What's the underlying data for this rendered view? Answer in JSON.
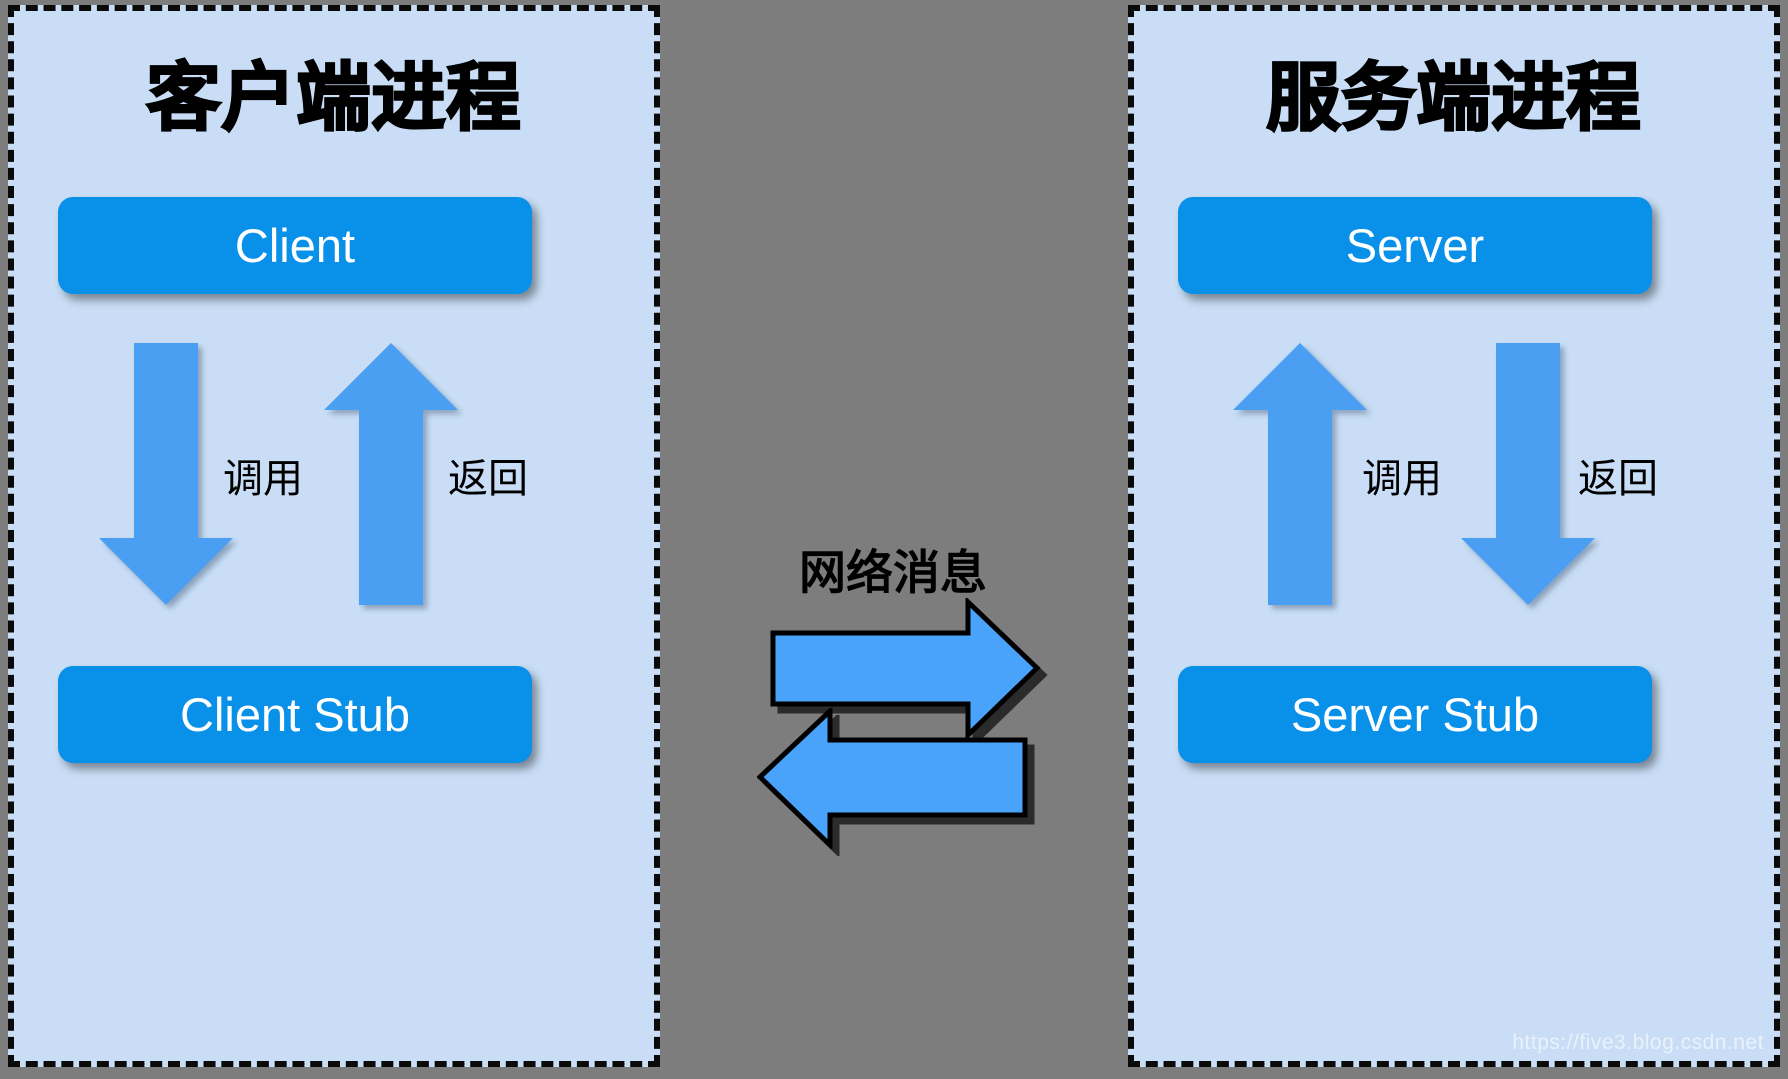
{
  "left_panel": {
    "title": "客户端进程",
    "top_box": "Client",
    "bottom_box": "Client Stub",
    "call_label": "调用",
    "return_label": "返回"
  },
  "right_panel": {
    "title": "服务端进程",
    "top_box": "Server",
    "bottom_box": "Server Stub",
    "call_label": "调用",
    "return_label": "返回"
  },
  "network": {
    "label": "网络消息"
  },
  "watermark": "https://five3.blog.csdn.net",
  "icons": {
    "left_call_arrow": "down-arrow",
    "left_return_arrow": "up-arrow",
    "right_call_arrow": "up-arrow",
    "right_return_arrow": "down-arrow",
    "network_request_arrow": "right-arrow",
    "network_response_arrow": "left-arrow"
  },
  "colors": {
    "background": "#7d7d7d",
    "panel_bg": "#c9def6",
    "panel_border": "#0a0a0a",
    "node_fill": "#0991ea",
    "node_text": "#ffffff",
    "v_arrow": "#4b9ff2",
    "h_arrow": "#4aa3fa",
    "h_arrow_outline": "#000000",
    "label_text": "#000000",
    "watermark_text": "rgba(255,255,255,0.6)"
  }
}
